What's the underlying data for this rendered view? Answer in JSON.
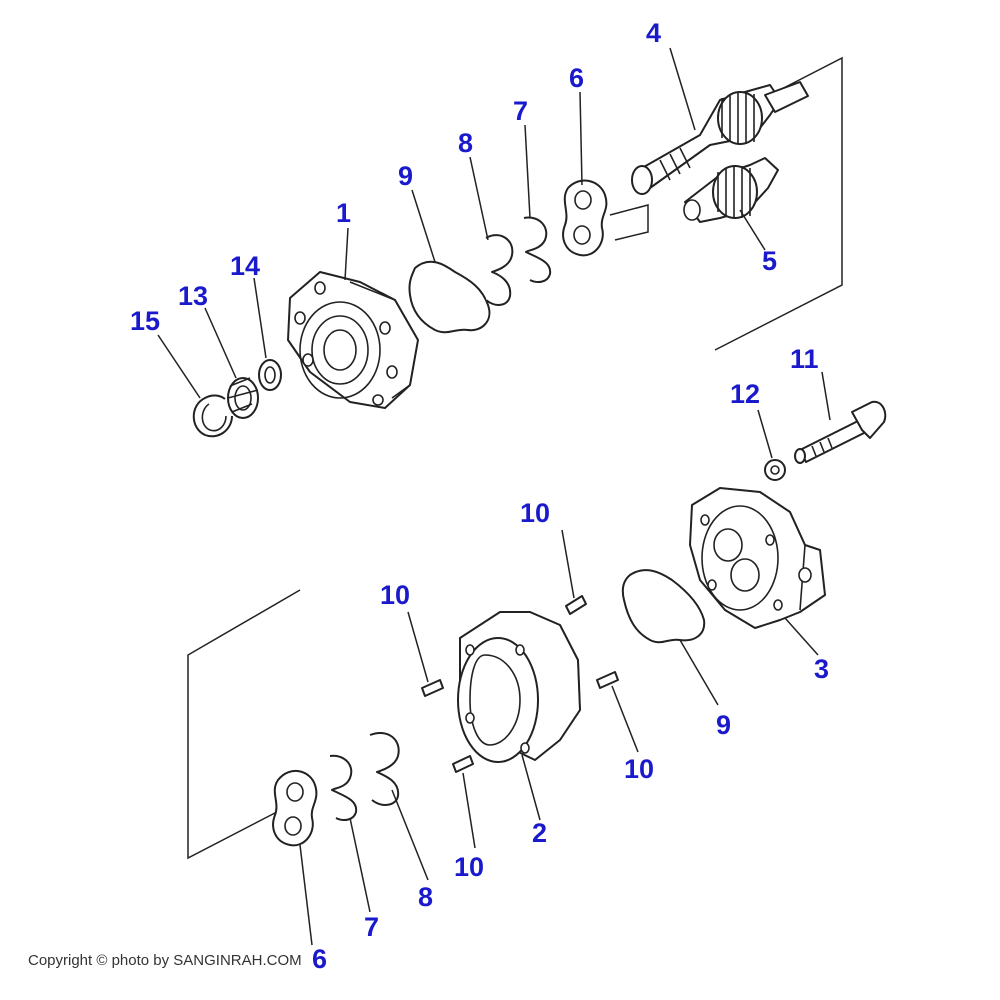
{
  "diagram": {
    "callouts": [
      {
        "label": "1"
      },
      {
        "label": "2"
      },
      {
        "label": "3"
      },
      {
        "label": "4"
      },
      {
        "label": "5"
      },
      {
        "label": "6"
      },
      {
        "label": "6"
      },
      {
        "label": "7"
      },
      {
        "label": "7"
      },
      {
        "label": "8"
      },
      {
        "label": "8"
      },
      {
        "label": "9"
      },
      {
        "label": "9"
      },
      {
        "label": "10"
      },
      {
        "label": "10"
      },
      {
        "label": "10"
      },
      {
        "label": "10"
      },
      {
        "label": "11"
      },
      {
        "label": "12"
      },
      {
        "label": "13"
      },
      {
        "label": "14"
      },
      {
        "label": "15"
      }
    ]
  },
  "footer": {
    "copyright": "Copyright © photo by SANGINRAH.COM"
  },
  "colors": {
    "callout": "#1a1acc",
    "line": "#222222"
  }
}
